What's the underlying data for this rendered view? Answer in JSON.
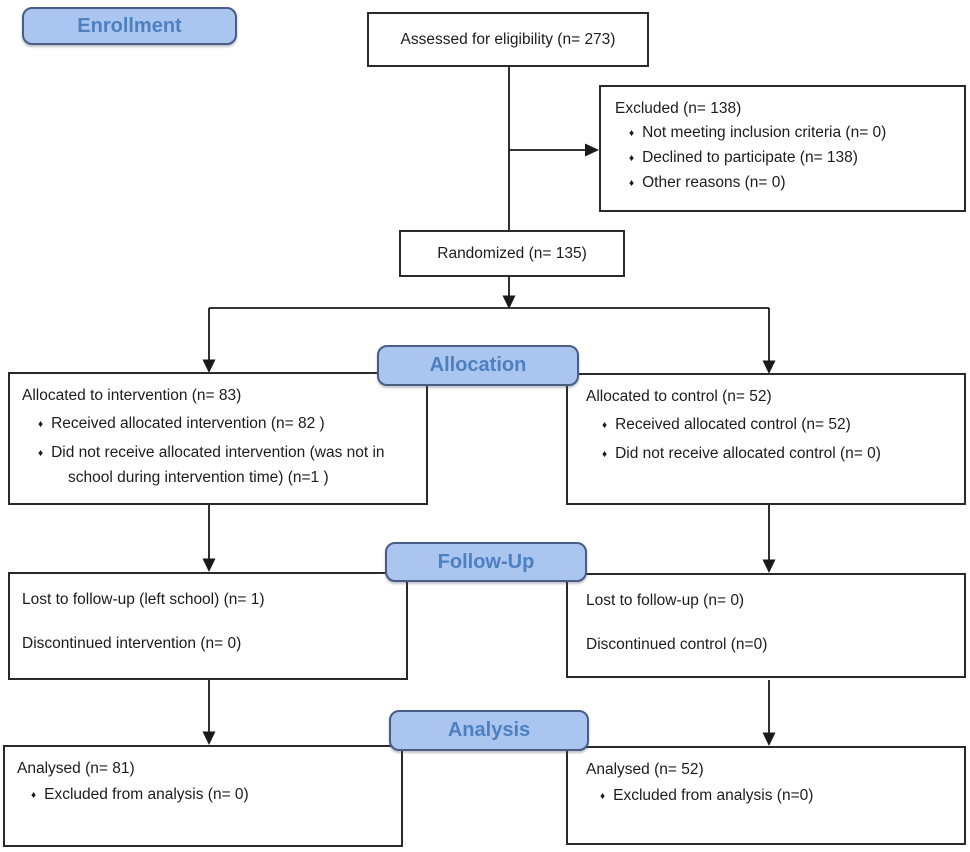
{
  "bullet_glyph": "♦",
  "colors": {
    "stage_fill": "#a9c5f0",
    "stage_border": "#4a5d85",
    "stage_text": "#4e80c0",
    "box_border": "#2a2a2a",
    "line": "#1a1a1a"
  },
  "stage_labels": {
    "enrollment": "Enrollment",
    "allocation": "Allocation",
    "followup": "Follow-Up",
    "analysis": "Analysis"
  },
  "boxes": {
    "assessed": {
      "text": "Assessed for eligibility (n= 273)"
    },
    "excluded": {
      "title": "Excluded (n= 138)",
      "bullets": [
        "Not meeting inclusion criteria (n= 0)",
        "Declined to participate (n= 138)",
        "Other reasons (n= 0)"
      ]
    },
    "randomized": {
      "text": "Randomized (n= 135)"
    },
    "allocation_intervention": {
      "title": "Allocated to intervention (n= 83)",
      "bullets": [
        "Received allocated intervention (n= 82 )",
        "Did not receive allocated intervention (was not in school during intervention time) (n=1 )"
      ]
    },
    "allocation_control": {
      "title": "Allocated to control (n= 52)",
      "bullets": [
        "Received allocated control (n= 52)",
        "Did not receive allocated control (n= 0)"
      ]
    },
    "followup_intervention": {
      "lines": [
        "Lost to follow-up (left school) (n= 1)",
        "Discontinued intervention (n= 0)"
      ]
    },
    "followup_control": {
      "lines": [
        "Lost to follow-up (n= 0)",
        "Discontinued control (n=0)"
      ]
    },
    "analysis_intervention": {
      "title": "Analysed (n= 81)",
      "bullets": [
        "Excluded from analysis (n= 0)"
      ]
    },
    "analysis_control": {
      "title": "Analysed (n= 52)",
      "bullets": [
        "Excluded from analysis (n=0)"
      ]
    }
  }
}
